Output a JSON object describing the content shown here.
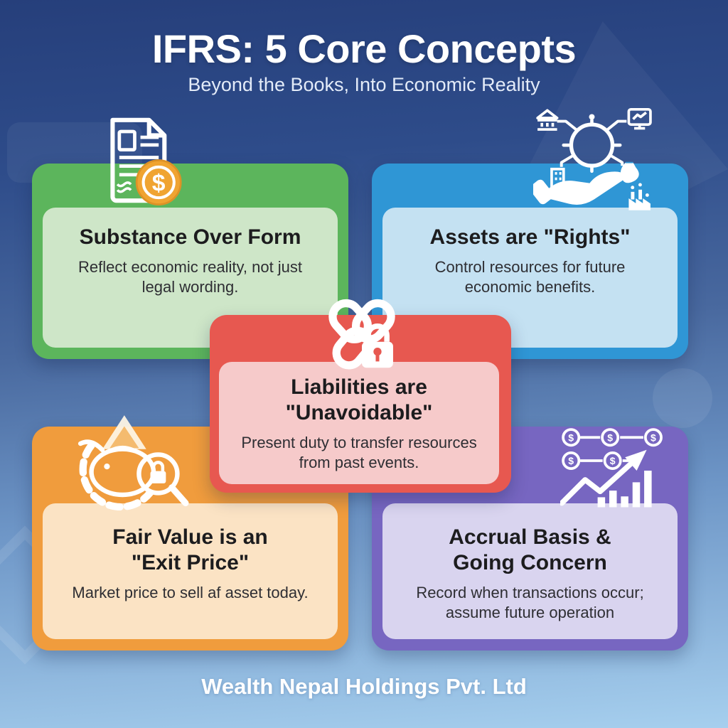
{
  "header": {
    "title": "IFRS: 5 Core Concepts",
    "subtitle": "Beyond the Books, Into Economic Reality"
  },
  "cards": [
    {
      "name": "substance-over-form",
      "title": "Substance Over Form",
      "body": "Reflect economic reality, not just legal wording.",
      "outer_color": "#5cb55c",
      "inner_color": "#cee6c8",
      "icon": "document-coin-icon"
    },
    {
      "name": "assets-are-rights",
      "title": "Assets are \"Rights\"",
      "body": "Control resources for future economic benefits.",
      "outer_color": "#2f96d5",
      "inner_color": "#c4e1f2",
      "icon": "hand-network-icon"
    },
    {
      "name": "liabilities-unavoidable",
      "title": "Liabilities are\n\"Unavoidable\"",
      "body": "Present duty to transfer resources from past events.",
      "outer_color": "#e75850",
      "inner_color": "#f6caca",
      "icon": "chain-lock-icon"
    },
    {
      "name": "fair-value-exit-price",
      "title": "Fair Value is an\n\"Exit Price\"",
      "body": "Market price to sell af asset today.",
      "outer_color": "#f09c3d",
      "inner_color": "#fbe3c4",
      "icon": "piggy-chain-magnifier-icon"
    },
    {
      "name": "accrual-going-concern",
      "title": "Accrual Basis &\nGoing Concern",
      "body": "Record when transactions occur; assume future operation",
      "outer_color": "#7766c1",
      "inner_color": "#d9d4ef",
      "icon": "coins-growth-icon"
    }
  ],
  "footer": {
    "company": "Wealth Nepal Holdings Pvt. Ltd"
  },
  "background": {
    "top": "#263f7b",
    "upper_mid": "#2e4c8a",
    "lower_mid": "#6d95c6",
    "bottom": "#a6cfee"
  },
  "accents": {
    "coin_gold": "#f0a431",
    "coin_rim": "#dd9226",
    "keyhole_red": "#e75850"
  }
}
